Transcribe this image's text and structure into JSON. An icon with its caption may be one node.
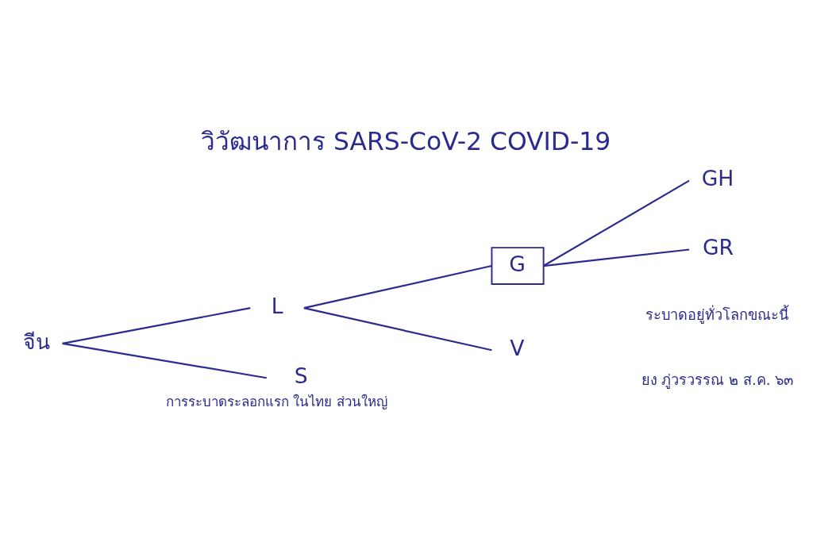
{
  "diagram": {
    "title": "วิวัฒนาการ SARS-CoV-2 COVID-19",
    "nodes": [
      {
        "text": [
          "จีน"
        ]
      },
      {
        "text": [
          "L"
        ]
      },
      {
        "text": [
          "S"
        ],
        "beside": [
          "การระบาดระลอกแรก ในไทย ส่วนใหญ่"
        ]
      },
      {
        "text": [
          "G"
        ]
      },
      {
        "text": [
          "V"
        ]
      },
      {
        "text": [
          "GH"
        ]
      },
      {
        "text": [
          "GR"
        ]
      }
    ],
    "edges": [
      {
        "from": 0,
        "to": 1,
        "arrow": "none"
      },
      {
        "from": 0,
        "to": 2,
        "arrow": "none"
      },
      {
        "from": 1,
        "to": 3,
        "arrow": "none"
      },
      {
        "from": 1,
        "to": 4,
        "arrow": "none"
      },
      {
        "from": 3,
        "to": 5,
        "arrow": "none"
      },
      {
        "from": 3,
        "to": 6,
        "arrow": "none"
      }
    ],
    "labels": [
      "ระบาดอยู่ทั่วโลกขณะนี้",
      "ยง ภู่วรวรรณ ๒ ส.ค. ๖๓"
    ]
  }
}
